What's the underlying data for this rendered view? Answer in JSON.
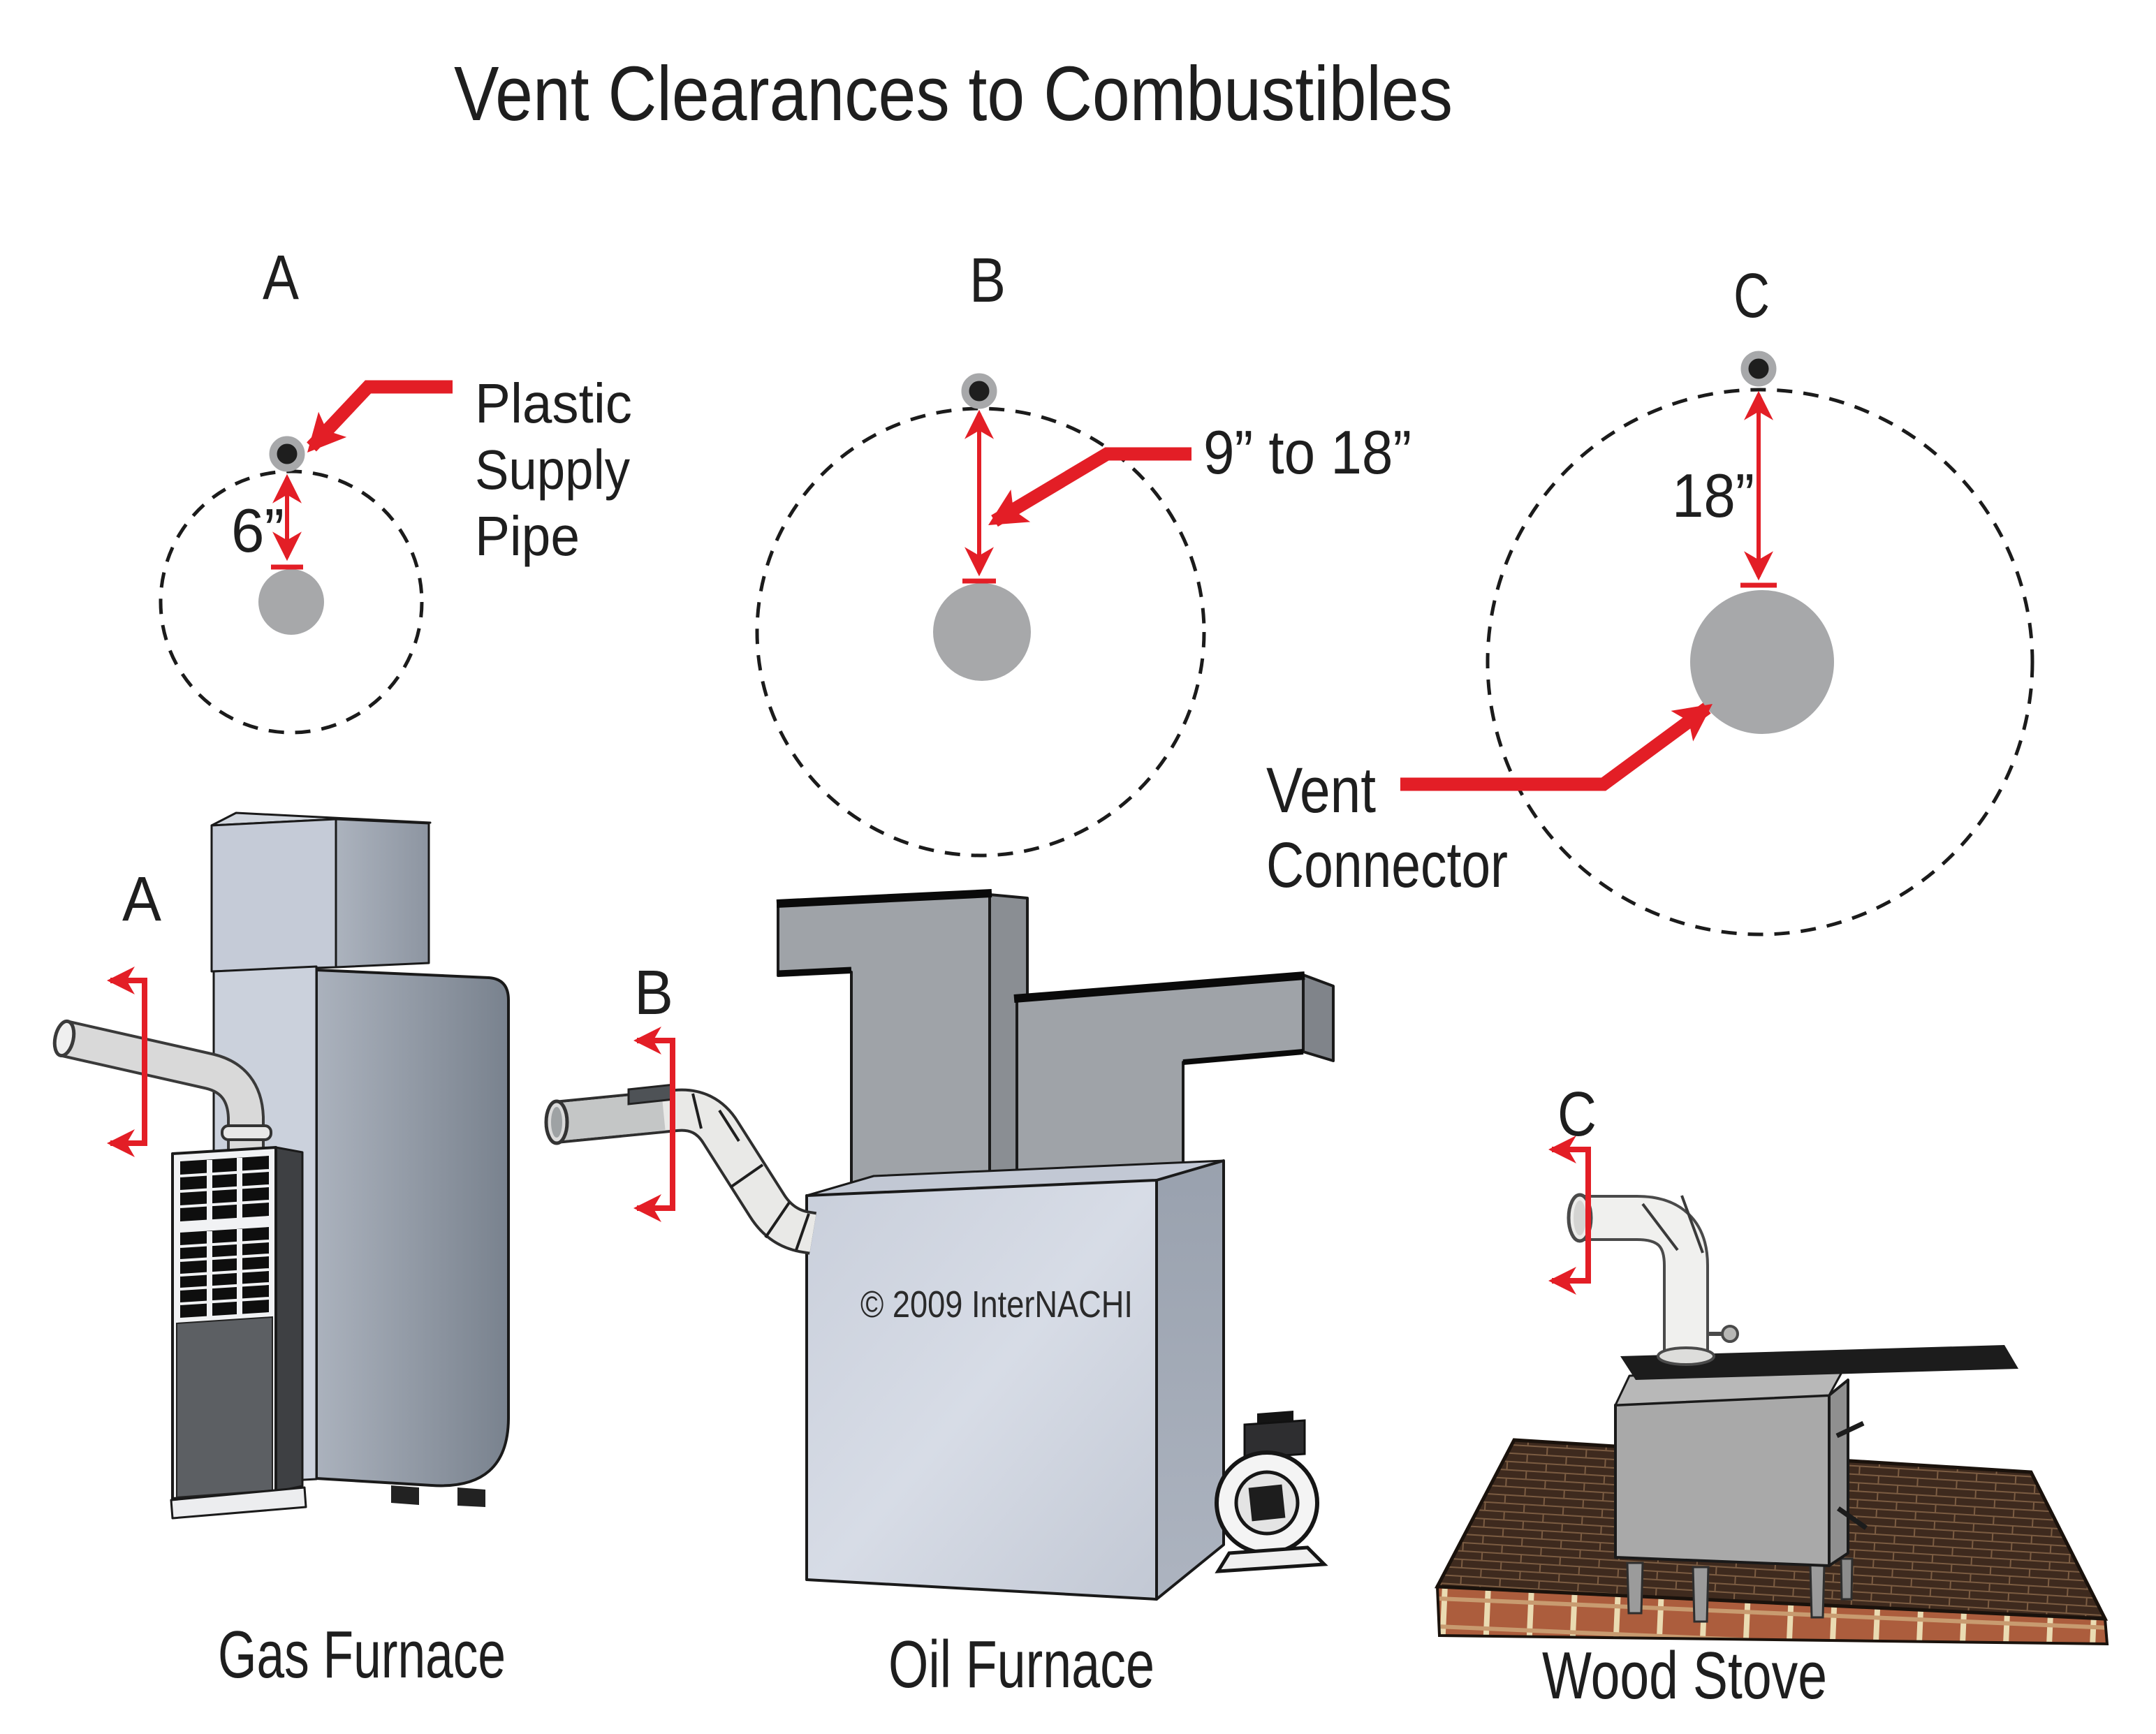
{
  "title": "Vent Clearances to Combustibles",
  "colors": {
    "accent_red": "#E31E26",
    "pipe_gray": "#A7A8AA",
    "ink": "#1E1E1E",
    "furnace_light": "#C9CFDB",
    "furnace_shadow": "#8A93A0",
    "duct_gray": "#9FA3A8",
    "brick_top": "#3E2A1E",
    "brick_side": "#AC5D3D"
  },
  "clearance_diagrams": [
    {
      "label": "A",
      "clearance": "6”",
      "callout_lines": [
        "Plastic",
        "Supply",
        "Pipe"
      ]
    },
    {
      "label": "B",
      "clearance": "9” to 18”"
    },
    {
      "label": "C",
      "clearance": "18”",
      "callout_lines": [
        "Vent",
        "Connector"
      ]
    }
  ],
  "appliances": [
    {
      "label": "A",
      "name": "Gas Furnace"
    },
    {
      "label": "B",
      "name": "Oil Furnace",
      "copyright": "© 2009 InterNACHI"
    },
    {
      "label": "C",
      "name": "Wood Stove"
    }
  ]
}
